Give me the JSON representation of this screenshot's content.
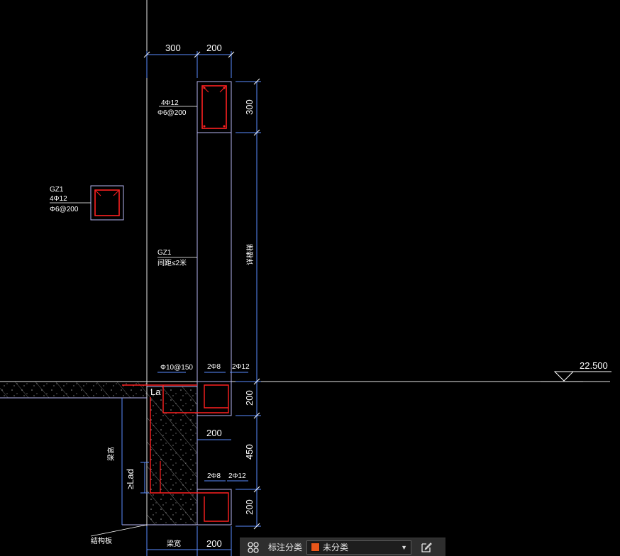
{
  "dimensions": {
    "top_left": "300",
    "top_right": "200",
    "head_height": "300",
    "wall_span": "详楼梯",
    "beam_top": "200",
    "beam_width_mid": "200",
    "beam_gap": "450",
    "beam_bottom": "200",
    "bottom_width": "200",
    "slab_width": "梁宽",
    "anchorage": "≥Lad"
  },
  "annotations": {
    "gz_head_bars": "4Φ12",
    "gz_head_stirrup": "Φ6@200",
    "gz1_detail_name": "GZ1",
    "gz1_detail_bars": "4Φ12",
    "gz1_detail_stirrup": "Φ6@200",
    "gz1_wall_name": "GZ1",
    "gz1_wall_spacing": "间距≤2米",
    "slab_bars": "Φ10@150",
    "top_beam_bars_left": "2Φ8",
    "top_beam_bars_right": "2Φ12",
    "bottom_beam_bars_left": "2Φ8",
    "bottom_beam_bars_right": "2Φ12",
    "lap_mark": "La",
    "anchor_note": "梁高",
    "embed_note": "结构板"
  },
  "elevation": {
    "value": "22.500"
  },
  "toolbar": {
    "category_label": "标注分类",
    "category_value": "未分类",
    "category_color": "#e8561a"
  },
  "colors": {
    "background": "#000000",
    "outline": "#b4b4f0",
    "dimension": "#5a8cff",
    "rebar": "#ff2020",
    "text": "#ffffff",
    "hatch": "#c8c8c8",
    "axis": "#e6e6e6"
  }
}
